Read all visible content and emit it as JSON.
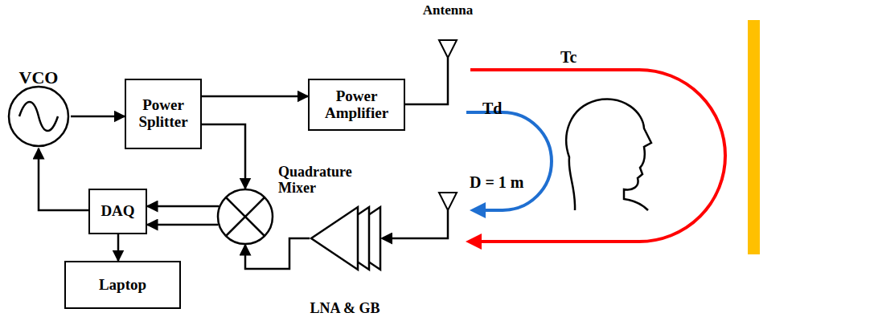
{
  "diagram": {
    "nodes": [
      {
        "text": [
          "VCO"
        ]
      },
      {
        "text": [
          "Power Splitter"
        ]
      },
      {
        "text": [
          "Power Amplifier"
        ]
      },
      {
        "text": [
          "Antenna"
        ]
      },
      {
        "text": [
          "Quadrature Mixer"
        ]
      },
      {
        "text": [
          "DAQ"
        ]
      },
      {
        "text": [
          "Laptop"
        ]
      },
      {
        "text": [
          "LNA & GB"
        ]
      }
    ],
    "edges": [
      {
        "from": 0,
        "to": 1,
        "arrow": "to"
      },
      {
        "from": 1,
        "to": 2,
        "arrow": "to"
      },
      {
        "from": 2,
        "to": 3,
        "arrow": "none"
      },
      {
        "from": 1,
        "to": 4,
        "arrow": "to"
      },
      {
        "from": 4,
        "to": 5,
        "arrow": "to"
      },
      {
        "from": 4,
        "to": 5,
        "arrow": "to"
      },
      {
        "from": 5,
        "to": 0,
        "arrow": "to"
      },
      {
        "from": 5,
        "to": 6,
        "arrow": "to"
      },
      {
        "from": 7,
        "to": 4,
        "arrow": "to"
      }
    ],
    "labels": [
      "Tc",
      "Td",
      "D = 1 m"
    ]
  }
}
